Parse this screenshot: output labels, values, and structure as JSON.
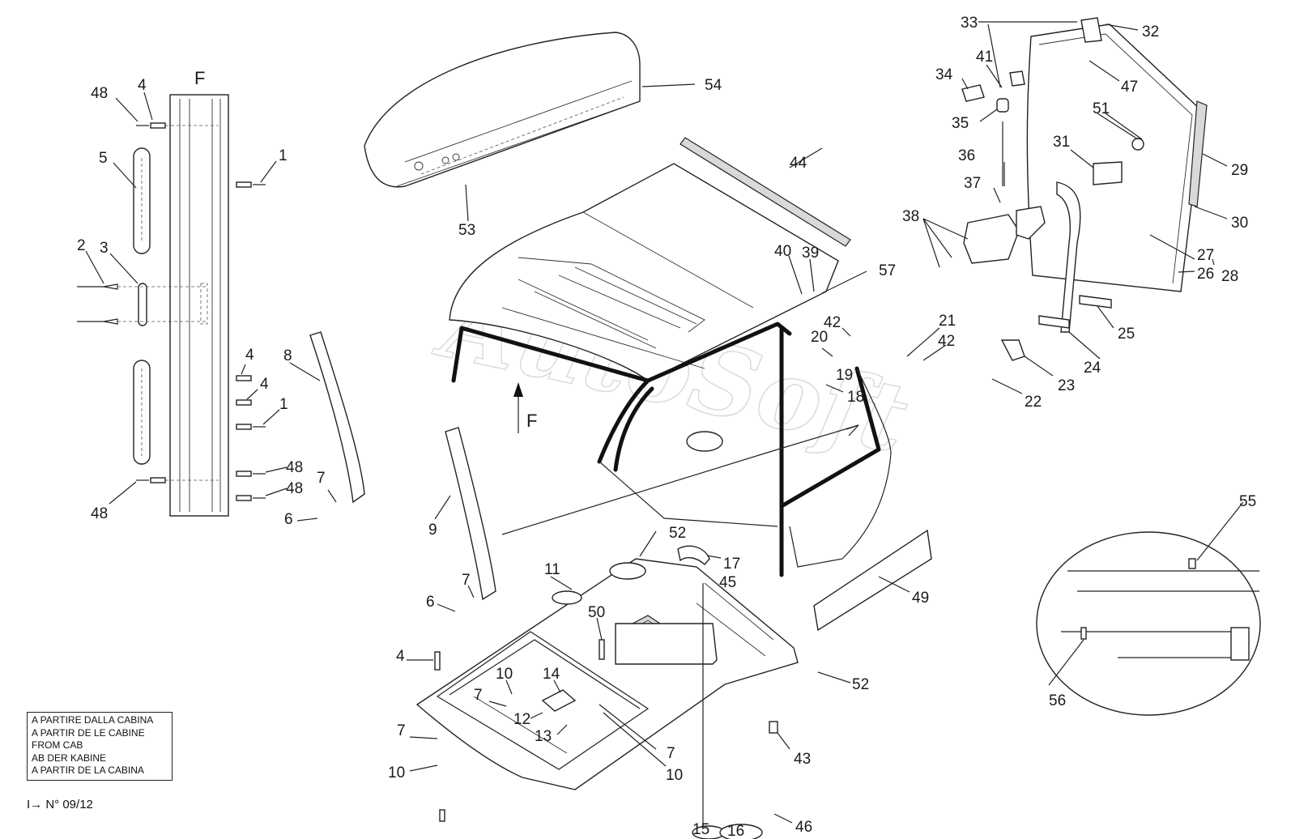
{
  "view_label": "F",
  "view_arrow_label": "F",
  "watermark": "AutoSoft",
  "note": {
    "lines": [
      "A PARTIRE DALLA CABINA",
      "A PARTIR DE LE CABINE",
      "FROM CAB",
      "AB DER KABINE",
      "A PARTIR DE LA CABINA"
    ],
    "ref_arrow": "I→",
    "ref": "N° 09/12"
  },
  "callouts": [
    "1",
    "2",
    "3",
    "4",
    "5",
    "6",
    "7",
    "8",
    "9",
    "10",
    "11",
    "12",
    "13",
    "14",
    "15",
    "16",
    "17",
    "18",
    "19",
    "20",
    "21",
    "22",
    "23",
    "24",
    "25",
    "26",
    "27",
    "28",
    "29",
    "30",
    "31",
    "32",
    "33",
    "34",
    "35",
    "36",
    "37",
    "38",
    "39",
    "40",
    "41",
    "42",
    "43",
    "44",
    "45",
    "46",
    "47",
    "48",
    "49",
    "50",
    "51",
    "52",
    "53",
    "54",
    "55",
    "56",
    "57"
  ]
}
